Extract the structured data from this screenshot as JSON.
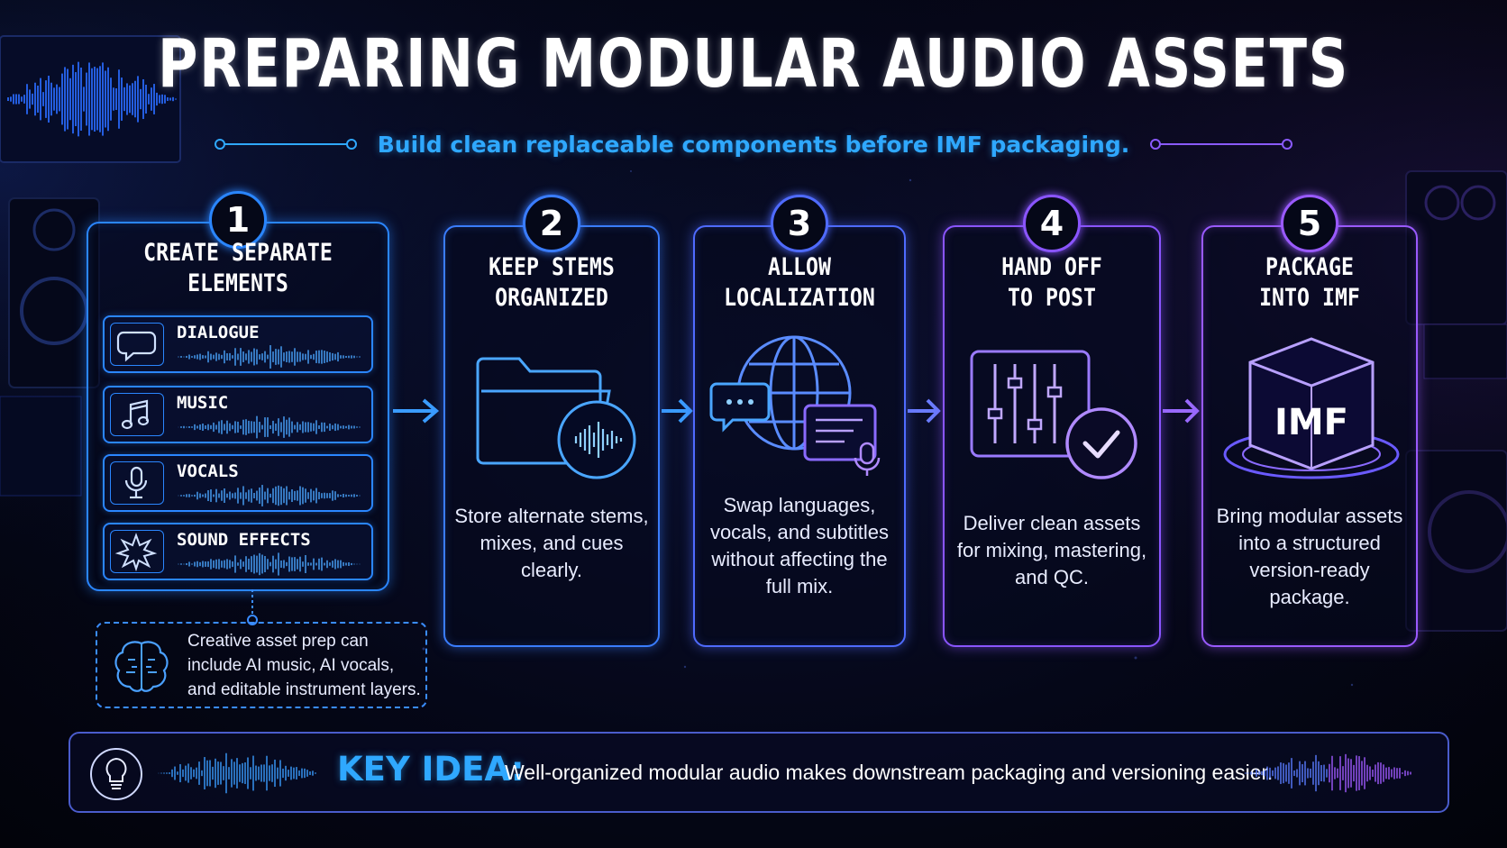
{
  "title": "PREPARING MODULAR AUDIO ASSETS",
  "subtitle": "Build clean replaceable components before IMF packaging.",
  "steps": [
    {
      "number": "1",
      "title": "CREATE SEPARATE\nELEMENTS",
      "color": "#2a86ff",
      "elements": [
        {
          "label": "DIALOGUE",
          "icon": "speech-bubble-icon"
        },
        {
          "label": "MUSIC",
          "icon": "music-note-icon"
        },
        {
          "label": "VOCALS",
          "icon": "microphone-icon"
        },
        {
          "label": "SOUND EFFECTS",
          "icon": "burst-icon"
        }
      ]
    },
    {
      "number": "2",
      "title": "KEEP STEMS\nORGANIZED",
      "description": "Store alternate stems, mixes, and cues clearly.",
      "color": "#3a7dff",
      "icon": "folder-waveform-icon"
    },
    {
      "number": "3",
      "title": "ALLOW\nLOCALIZATION",
      "description": "Swap languages, vocals, and subtitles without affecting the full mix.",
      "color": "#4f6bff",
      "icon": "globe-chat-icon"
    },
    {
      "number": "4",
      "title": "HAND OFF\nTO POST",
      "description": "Deliver clean assets for mixing, mastering, and QC.",
      "color": "#8a55ff",
      "icon": "mixer-check-icon"
    },
    {
      "number": "5",
      "title": "PACKAGE\nINTO IMF",
      "description": "Bring modular assets into a structured version-ready package.",
      "color": "#9a5aff",
      "icon": "imf-cube-icon",
      "cube_label": "IMF"
    }
  ],
  "note": {
    "text": "Creative asset prep can include AI music, AI vocals, and editable instrument layers.",
    "icon": "brain-icon"
  },
  "key_idea": {
    "label": "KEY IDEA:",
    "text": "Well-organized modular audio makes downstream packaging and versioning easier.",
    "icon": "lightbulb-icon"
  }
}
